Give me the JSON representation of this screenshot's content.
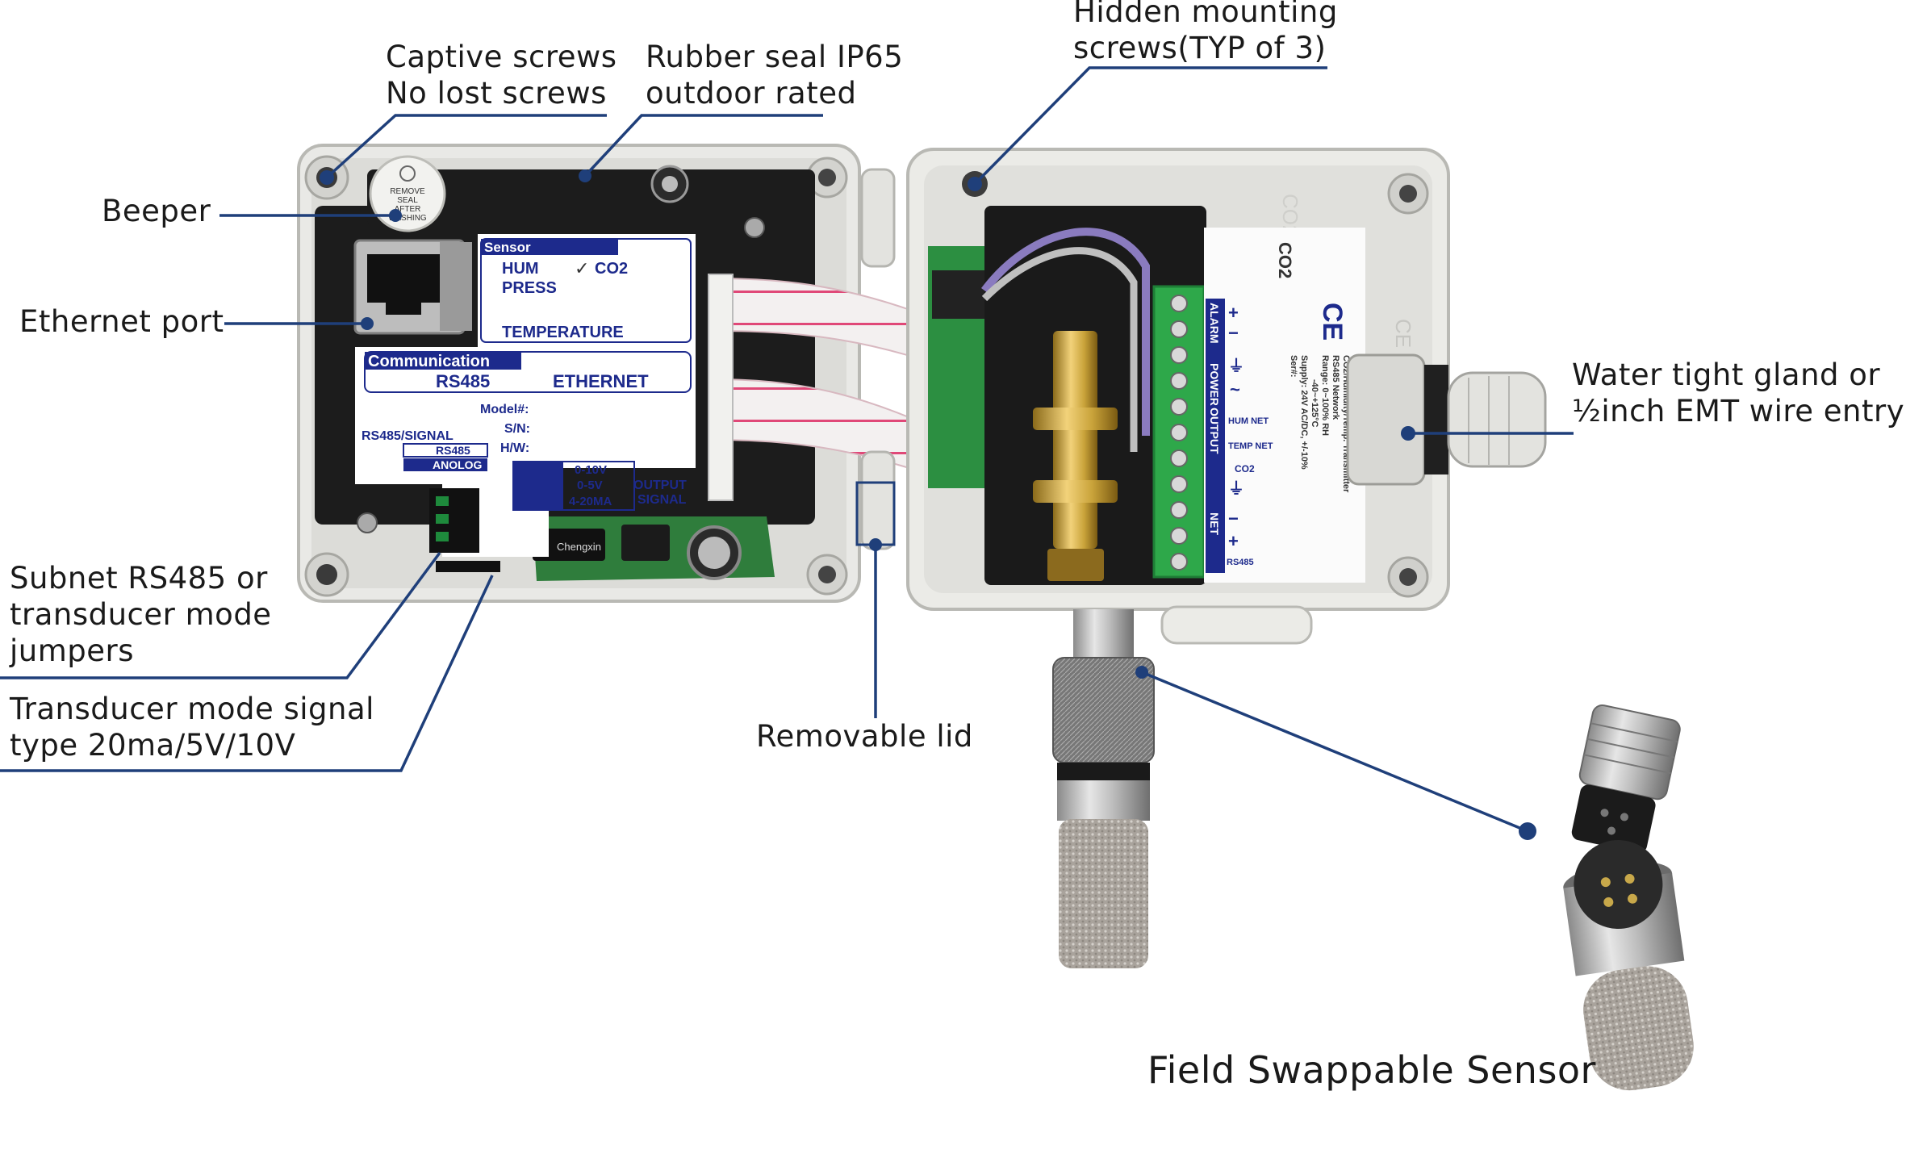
{
  "callouts": {
    "captive_screws": [
      "Captive screws",
      "No lost screws"
    ],
    "rubber_seal": [
      "Rubber seal IP65",
      "outdoor rated"
    ],
    "hidden_screws": [
      "Hidden mounting",
      "screws(TYP of 3)"
    ],
    "beeper": "Beeper",
    "ethernet_port": "Ethernet port",
    "water_gland": [
      "Water tight gland or",
      "½inch EMT wire entry"
    ],
    "subnet_jumpers": [
      "Subnet RS485 or",
      "transducer mode",
      "jumpers"
    ],
    "transducer_signal": [
      "Transducer mode signal",
      "type 20ma/5V/10V"
    ],
    "removable_lid": "Removable lid",
    "field_sensor": "Field Swappable Sensor"
  },
  "lid_panel": {
    "sensor_header": "Sensor",
    "hum": "HUM",
    "co2": "CO2",
    "co2_check": "✓",
    "press": "PRESS",
    "temperature": "TEMPERATURE",
    "comm_header": "Communication",
    "rs485": "RS485",
    "ethernet": "ETHERNET",
    "model": "Model#:",
    "sn": "S/N:",
    "hw": "H/W:",
    "rs485_signal": "RS485/SIGNAL",
    "jp_rs485": "RS485",
    "jp_anolog": "ANOLOG",
    "out_010": "0-10V",
    "out_05": "0-5V",
    "out_420": "4-20MA",
    "output": "OUTPUT",
    "signal": "SIGNAL",
    "beeper_l1": "REMOVE",
    "beeper_l2": "SEAL",
    "beeper_l3": "AFTER",
    "beeper_l4": "WASHING",
    "pcb_brand": "Chengxin"
  },
  "base_label": {
    "title": "CO2",
    "ce": "CE",
    "ce_faint": "CE",
    "l1": "CO2/Humidity/Temp. Transmitter",
    "l2": "RS485 Network",
    "l3": "Range: 0~100% RH",
    "l4": "-40~+125°C",
    "l5": "Supply: 24V AC/DC, +/-10%",
    "l6": "Ser#:",
    "t_alarm": "ALARM",
    "t_power": "POWER",
    "t_output": "OUTPUT",
    "t_net": "NET",
    "hum_net": "HUM NET",
    "temp_net": "TEMP NET",
    "co2_term": "CO2",
    "rs485": "RS485",
    "plus": "+",
    "minus": "−",
    "ground": "⏚",
    "ac": "~",
    "emboss": "CO2"
  },
  "colors": {
    "leader": "#1f3f7a",
    "label_blue": "#1d2a8c",
    "enclosure": "#e8e8e4",
    "pcb": "#1c1c1c",
    "terminal": "#2ea84a",
    "brass": "#c9a33a"
  }
}
